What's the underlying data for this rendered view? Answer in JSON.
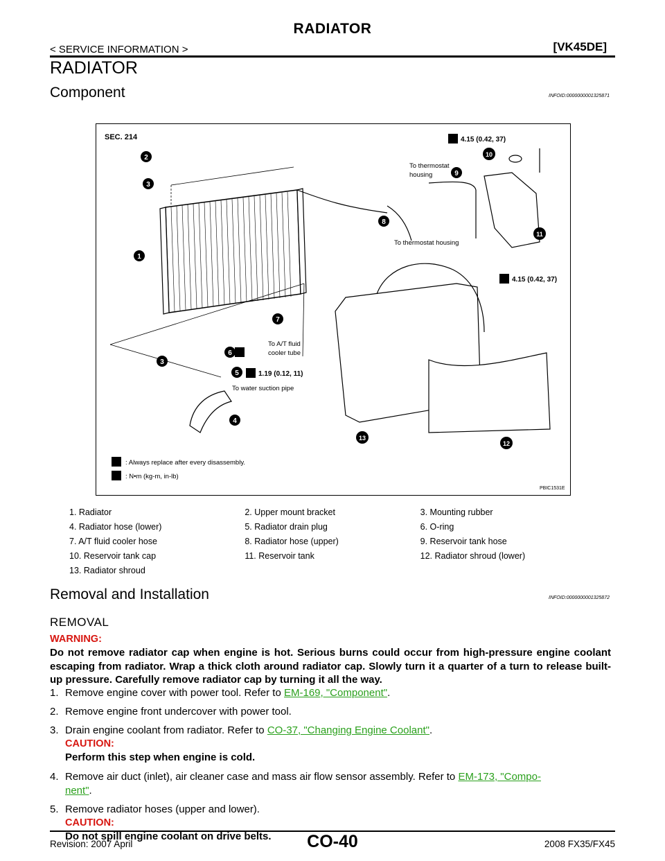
{
  "header": {
    "title": "RADIATOR",
    "left": "< SERVICE INFORMATION >",
    "right": "[VK45DE]"
  },
  "page_title": "RADIATOR",
  "component": {
    "heading": "Component",
    "infoid": "INFOID:0000000001325871",
    "figure": {
      "sec": "SEC. 214",
      "torque_top": "4.15 (0.42, 37)",
      "torque_mid": "4.15 (0.42, 37)",
      "torque_drain": "1.19 (0.12, 11)",
      "to_thermostat_housing_1": "To thermostat",
      "to_thermostat_housing_2": "housing",
      "to_thermostat_housing_3": "To thermostat housing",
      "to_at_1": "To A/T fluid",
      "to_at_2": "cooler tube",
      "to_water": "To water suction pipe",
      "legend_replace": ": Always replace after every disassembly.",
      "legend_torque": ": N•m (kg-m, in-lb)",
      "figure_code": "PBIC1531E",
      "callouts": [
        "1",
        "2",
        "3",
        "3",
        "4",
        "5",
        "6",
        "7",
        "8",
        "9",
        "10",
        "11",
        "12",
        "13"
      ]
    },
    "legend": [
      [
        "1.  Radiator",
        "2.  Upper mount bracket",
        "3.  Mounting rubber"
      ],
      [
        "4.  Radiator hose (lower)",
        "5.  Radiator drain plug",
        "6.  O-ring"
      ],
      [
        "7.  A/T fluid cooler hose",
        "8.  Radiator hose (upper)",
        "9.  Reservoir tank hose"
      ],
      [
        "10.  Reservoir tank cap",
        "11.  Reservoir tank",
        "12.  Radiator shroud (lower)"
      ],
      [
        "13.  Radiator shroud",
        "",
        ""
      ]
    ]
  },
  "removal_installation": {
    "heading": "Removal and Installation",
    "infoid": "INFOID:0000000001325872",
    "subheading": "REMOVAL",
    "warning_label": "WARNING:",
    "warning_text": "Do not remove radiator cap when engine is hot. Serious burns could occur from high-pressure engine coolant escaping from radiator. Wrap a thick cloth around radiator cap. Slowly turn it a quarter of a turn to release built-up pressure. Carefully remove radiator cap by turning it all the way.",
    "steps": {
      "s1_num": "1.",
      "s1_text": "Remove engine cover with power tool. Refer to ",
      "s1_link": "EM-169, \"Component\"",
      "s2_num": "2.",
      "s2_text": "Remove engine front undercover with power tool.",
      "s3_num": "3.",
      "s3_text": "Drain engine coolant from radiator. Refer to ",
      "s3_link": "CO-37, \"Changing Engine Coolant\"",
      "s3_caution_label": "CAUTION:",
      "s3_caution_text": "Perform this step when engine is cold.",
      "s4_num": "4.",
      "s4_text": "Remove air duct (inlet), air cleaner case and mass air flow sensor assembly. Refer to ",
      "s4_link_a": "EM-173, \"Compo-",
      "s4_link_b": "nent\"",
      "s5_num": "5.",
      "s5_text": "Remove radiator hoses (upper and lower).",
      "s5_caution_label": "CAUTION:",
      "s5_caution_text": "Do not spill engine coolant on drive belts."
    }
  },
  "footer": {
    "revision": "Revision: 2007 April",
    "page": "CO-40",
    "model": "2008 FX35/FX45"
  }
}
